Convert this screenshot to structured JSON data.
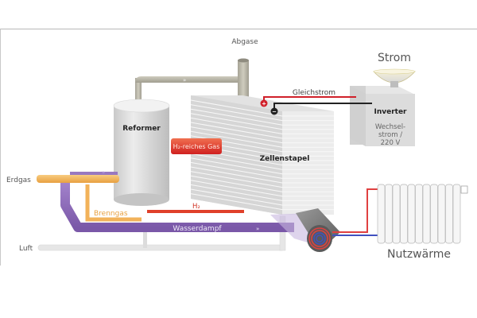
{
  "diagram": {
    "title": "Brennstoffzellen-Heizgerät",
    "labels": {
      "abgase": "Abgase",
      "strom": "Strom",
      "gleichstrom": "Gleichstrom",
      "inverter": "Inverter",
      "wechselstrom_1": "Wechsel-",
      "wechselstrom_2": "strom /",
      "wechselstrom_3": "220 V",
      "reformer": "Reformer",
      "h2_reiches_gas": "H₂-reiches Gas",
      "zellenstapel": "Zellenstapel",
      "erdgas": "Erdgas",
      "brenngas": "Brenngas",
      "h2": "H₂",
      "wasserdampf": "Wasserdampf",
      "luft": "Luft",
      "nutzwaerme": "Nutzwärme"
    },
    "polarity": {
      "plus": "+",
      "minus": "−"
    },
    "flow_arrow": "»",
    "colors": {
      "erdgas": "#f2b25a",
      "wasserdampf": "#8e6bb8",
      "h2": "#e0402a",
      "abgas": "#b9b6a8",
      "luft": "#e4e4e4",
      "gleich_plus": "#d0202a",
      "gleich_minus": "#222222",
      "heat_hot": "#e04040",
      "heat_cold": "#4050c0"
    }
  }
}
